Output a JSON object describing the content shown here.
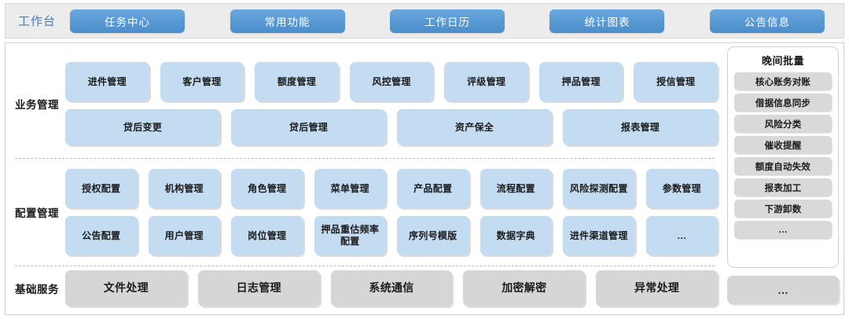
{
  "topbar": {
    "workbench_label": "工作台",
    "nav_buttons": [
      {
        "label": "任务中心"
      },
      {
        "label": "常用功能"
      },
      {
        "label": "工作日历"
      },
      {
        "label": "统计图表"
      },
      {
        "label": "公告信息"
      }
    ],
    "accent_color": "#5b9bd5",
    "label_color": "#4a7cb5",
    "bar_bg": "#ececec"
  },
  "sections": [
    {
      "key": "business",
      "label": "业务管理",
      "card_color": "#c3dcf1",
      "rows": [
        {
          "cards": [
            {
              "label": "进件管理"
            },
            {
              "label": "客户管理"
            },
            {
              "label": "额度管理"
            },
            {
              "label": "风控管理"
            },
            {
              "label": "评级管理"
            },
            {
              "label": "押品管理"
            },
            {
              "label": "授信管理"
            }
          ]
        },
        {
          "cards": [
            {
              "label": "贷后变更"
            },
            {
              "label": "贷后管理"
            },
            {
              "label": "资产保全"
            },
            {
              "label": "报表管理"
            }
          ]
        }
      ]
    },
    {
      "key": "configuration",
      "label": "配置管理",
      "card_color": "#c3dcf1",
      "rows": [
        {
          "cards": [
            {
              "label": "授权配置"
            },
            {
              "label": "机构管理"
            },
            {
              "label": "角色管理"
            },
            {
              "label": "菜单管理"
            },
            {
              "label": "产品配置"
            },
            {
              "label": "流程配置"
            },
            {
              "label": "风险探测配置"
            },
            {
              "label": "参数管理"
            }
          ]
        },
        {
          "cards": [
            {
              "label": "公告配置"
            },
            {
              "label": "用户管理"
            },
            {
              "label": "岗位管理"
            },
            {
              "label": "押品重估频率配置"
            },
            {
              "label": "序列号模版"
            },
            {
              "label": "数据字典"
            },
            {
              "label": "进件渠道管理"
            },
            {
              "label": "…"
            }
          ]
        }
      ]
    },
    {
      "key": "base-service",
      "label": "基础服务",
      "card_color": "#d6d6d6",
      "rows": [
        {
          "cards": [
            {
              "label": "文件处理"
            },
            {
              "label": "日志管理"
            },
            {
              "label": "系统通信"
            },
            {
              "label": "加密解密"
            },
            {
              "label": "异常处理"
            }
          ]
        }
      ]
    }
  ],
  "batch_panel": {
    "title": "晚间批量",
    "items": [
      {
        "label": "核心账务对账"
      },
      {
        "label": "借据信息同步"
      },
      {
        "label": "风险分类"
      },
      {
        "label": "催收提醒"
      },
      {
        "label": "额度自动失效"
      },
      {
        "label": "报表加工"
      },
      {
        "label": "下游卸数"
      },
      {
        "label": "…"
      }
    ],
    "more_label": "…",
    "item_color": "#d9d9d9"
  }
}
